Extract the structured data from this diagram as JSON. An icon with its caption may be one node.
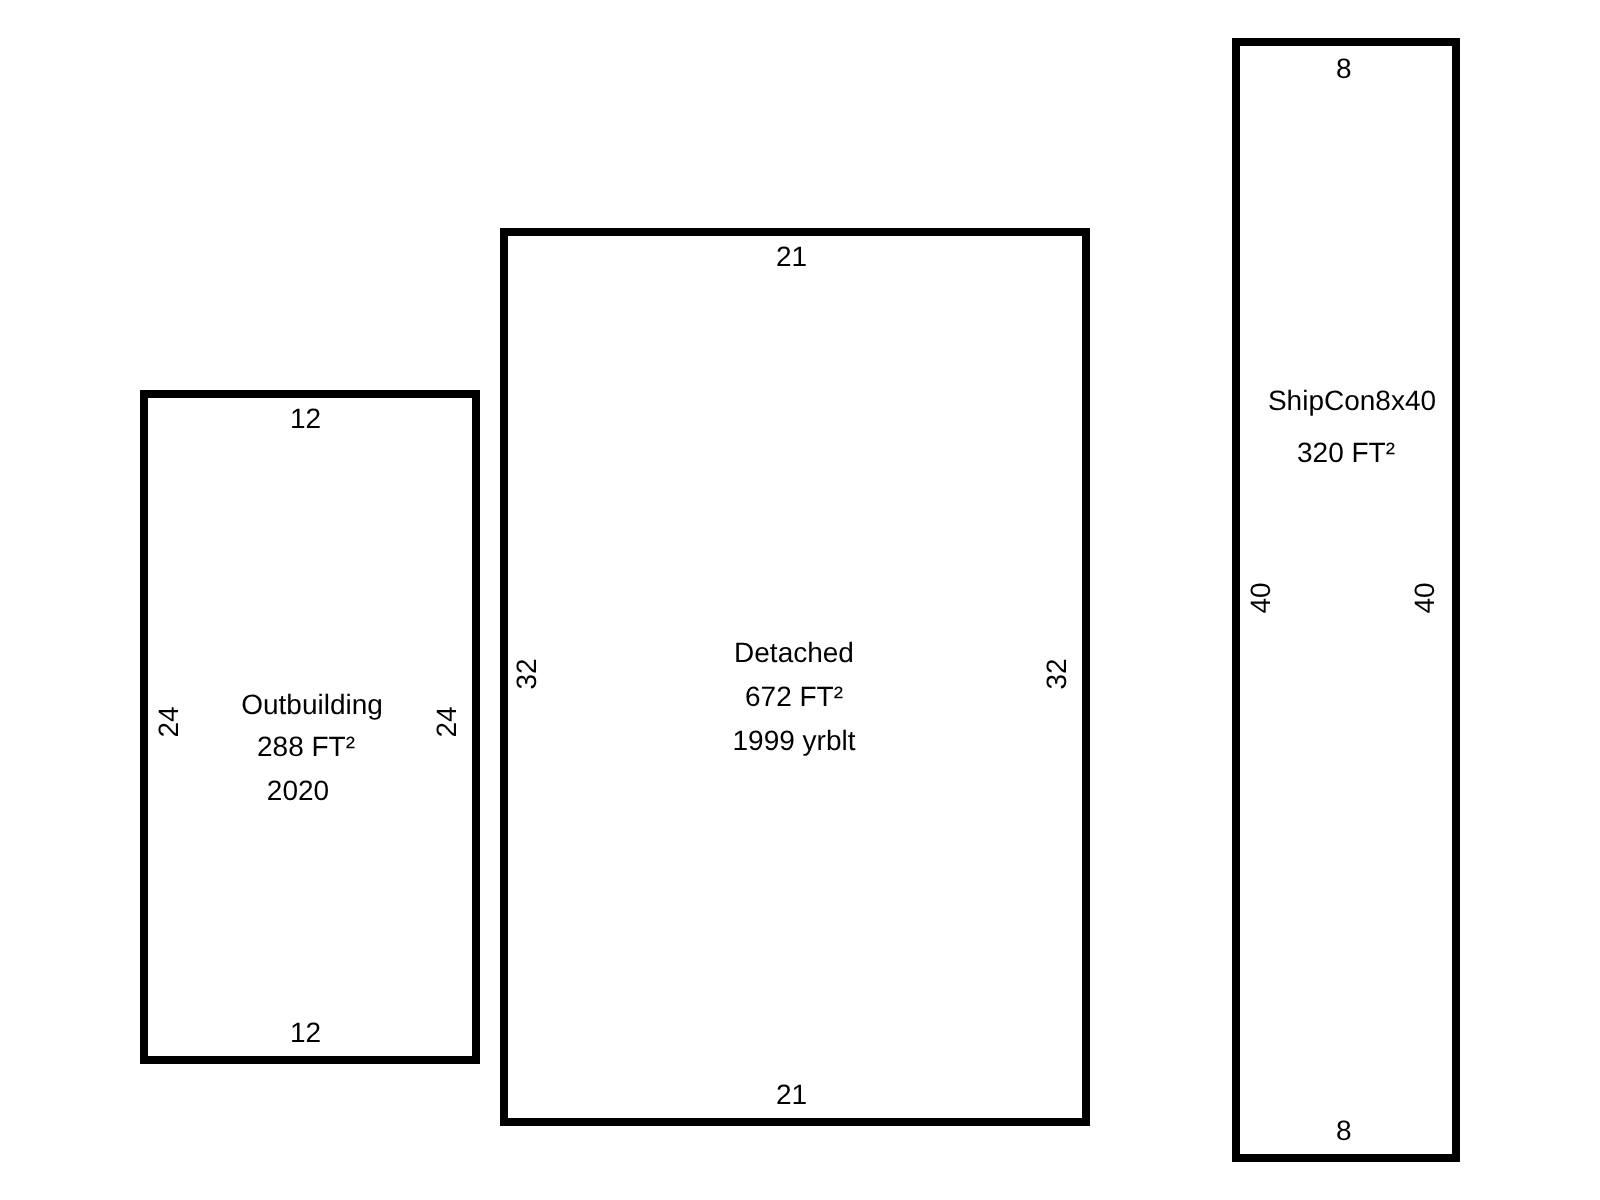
{
  "diagram": {
    "nodes": [
      {
        "text": [
          "Outbuilding",
          "288 FT²",
          "2020"
        ]
      },
      {
        "text": [
          "Detached",
          "672 FT²",
          "1999 yrblt"
        ]
      },
      {
        "text": [
          "ShipCon8x40",
          "320 FT²"
        ]
      }
    ],
    "labels": [
      "8",
      "21",
      "12",
      "40",
      "40",
      "32",
      "32",
      "24",
      "24",
      "12",
      "21",
      "8"
    ]
  }
}
